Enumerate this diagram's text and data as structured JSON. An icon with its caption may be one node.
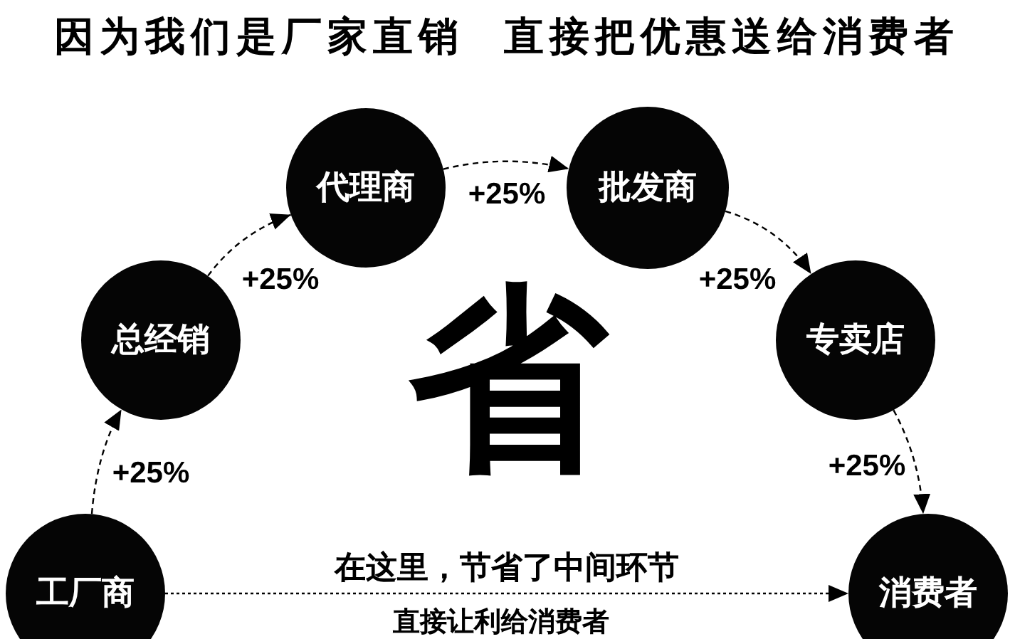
{
  "diagram": {
    "title": "因为我们是厂家直销 直接把优惠送给消费者",
    "nodes": [
      {
        "text": [
          "工厂商"
        ]
      },
      {
        "text": [
          "总经销"
        ]
      },
      {
        "text": [
          "代理商"
        ]
      },
      {
        "text": [
          "批发商"
        ]
      },
      {
        "text": [
          "专卖店"
        ]
      },
      {
        "text": [
          "消费者"
        ]
      }
    ],
    "edges": [
      {
        "from": 0,
        "to": 1,
        "arrow": "to",
        "label": "+25%",
        "style": "dashed"
      },
      {
        "from": 1,
        "to": 2,
        "arrow": "to",
        "label": "+25%",
        "style": "dashed"
      },
      {
        "from": 2,
        "to": 3,
        "arrow": "to",
        "label": "+25%",
        "style": "dashed"
      },
      {
        "from": 3,
        "to": 4,
        "arrow": "to",
        "label": "+25%",
        "style": "dashed"
      },
      {
        "from": 4,
        "to": 5,
        "arrow": "to",
        "label": "+25%",
        "style": "dashed"
      },
      {
        "from": 0,
        "to": 5,
        "arrow": "to",
        "label": "在这里，节省了中间环节",
        "style": "dashed"
      }
    ],
    "labels": [
      "省",
      "直接让利给消费者"
    ]
  }
}
